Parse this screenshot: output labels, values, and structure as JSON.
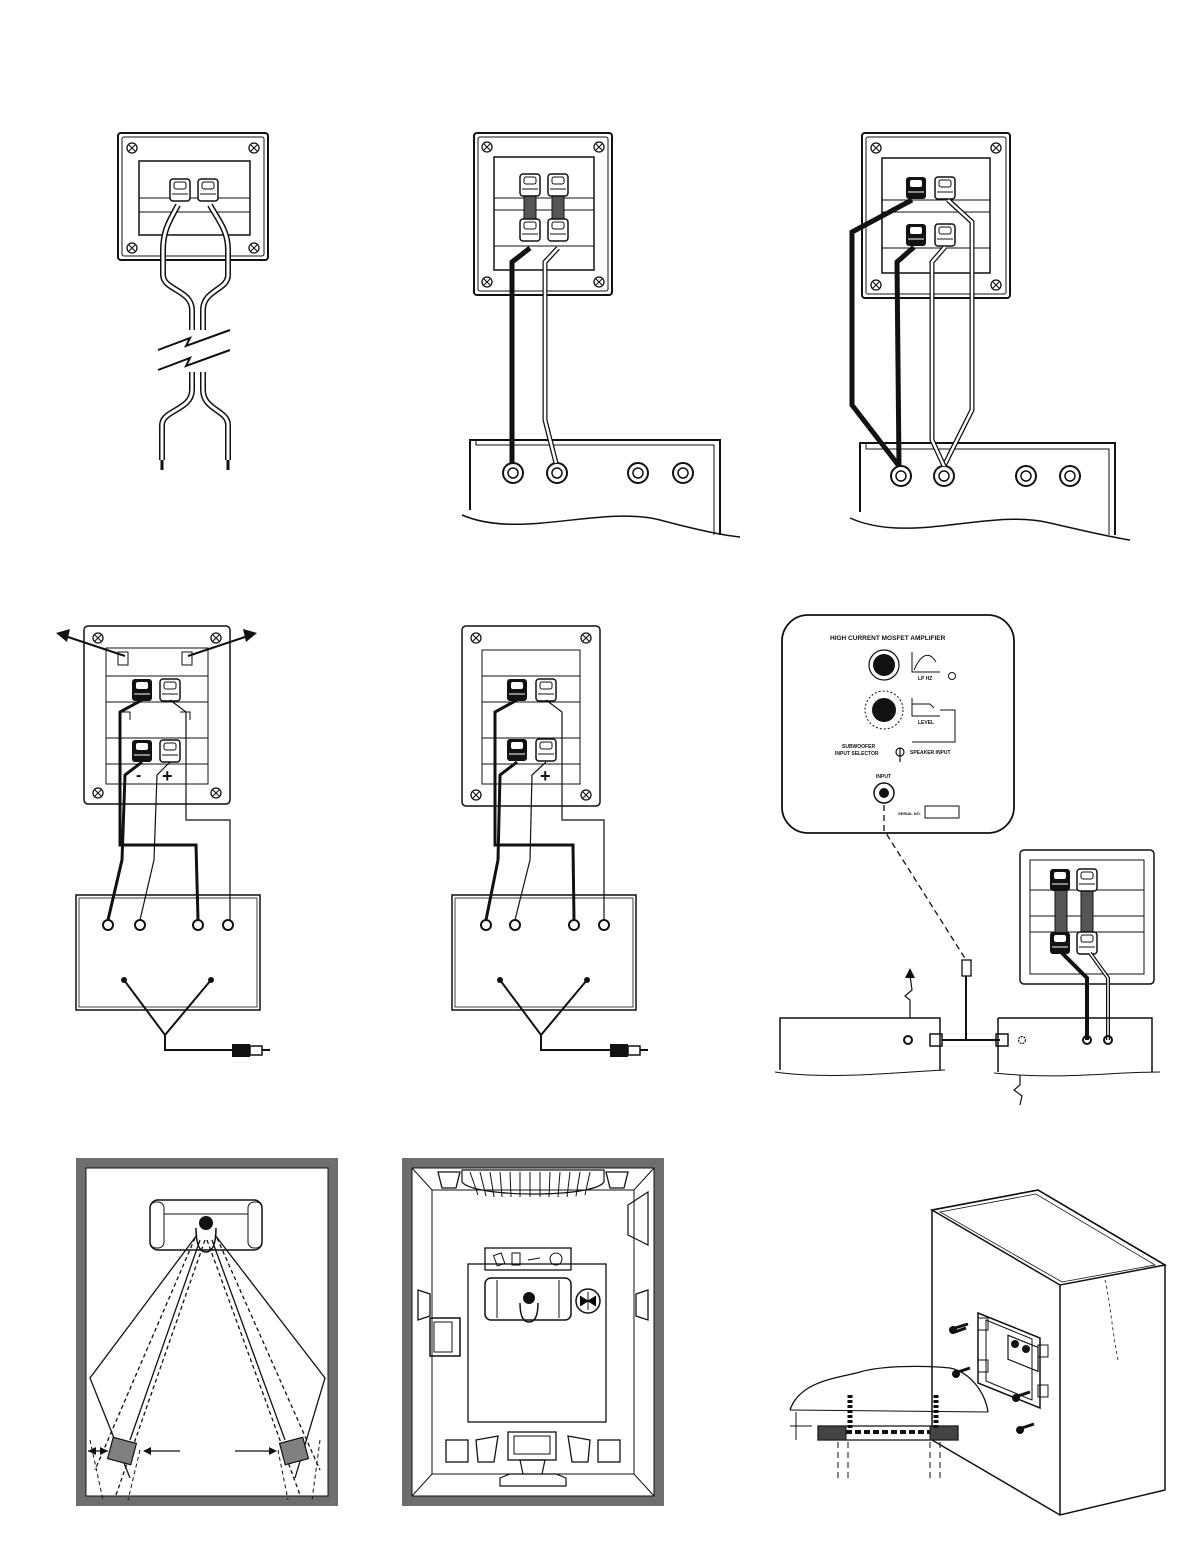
{
  "amplifier_panel": {
    "title": "HIGH CURRENT MOSFET AMPLIFIER",
    "lp_label": "LP HZ",
    "level_label": "LEVEL",
    "selector_label_1": "SUBWOOFER",
    "selector_label_2": "INPUT SELECTOR",
    "speaker_input_label": "SPEAKER INPUT",
    "input_label": "INPUT",
    "serial_label": "SERIAL NO.",
    "minus_label": "-",
    "plus_label": "+"
  },
  "colors": {
    "ink": "#111111",
    "room_wall": "#6e6e6e",
    "speaker_fill": "#808080"
  },
  "icons": [
    "screw-icon",
    "binding-post-icon",
    "rca-plug-icon",
    "knob-icon",
    "listener-icon",
    "speaker-icon"
  ]
}
